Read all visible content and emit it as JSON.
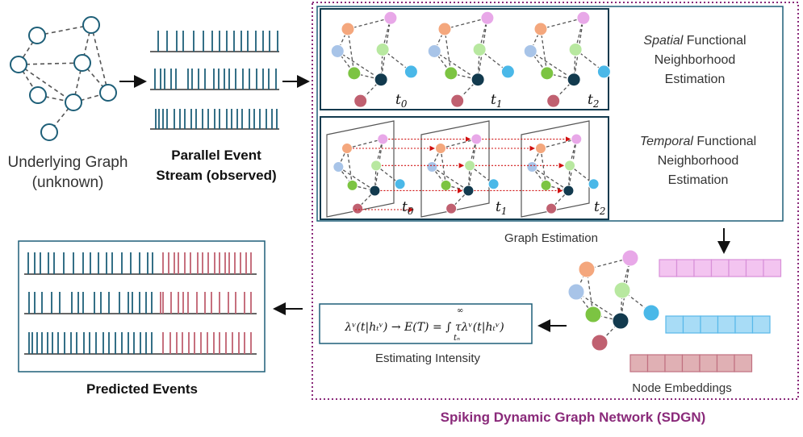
{
  "underlying_graph": {
    "label_line1": "Underlying Graph",
    "label_line2": "(unknown)"
  },
  "event_stream": {
    "label_line1": "Parallel Event",
    "label_line2": "Stream (observed)"
  },
  "spatial": {
    "label_italic": "Spatial",
    "label_rest": " Functional",
    "line2": "Neighborhood",
    "line3": "Estimation"
  },
  "temporal": {
    "label_italic": "Temporal",
    "label_rest": " Functional",
    "line2": "Neighborhood",
    "line3": "Estimation"
  },
  "time_labels": {
    "t": "t",
    "t0": "0",
    "t1": "1",
    "t2": "2"
  },
  "graph_estimation": {
    "label": "Graph Estimation"
  },
  "formula": {
    "lhs": "λ",
    "equation_text": "λᵛ(t|hₜᵛ) → E(T) = ∫ τλᵛ(t|hₜᵛ)",
    "upper_limit": "∞",
    "lower_limit": "tₙ"
  },
  "estimating_intensity": {
    "label": "Estimating Intensity"
  },
  "node_embeddings": {
    "label": "Node Embeddings"
  },
  "predicted_events": {
    "label": "Predicted Events"
  },
  "sdgn": {
    "label": "Spiking Dynamic Graph Network (SDGN)"
  },
  "colors": {
    "node_orange": "#f4a77d",
    "node_pink": "#e8a8e8",
    "node_blue": "#a8c4e8",
    "node_green": "#7cc442",
    "node_lightgreen": "#b8e8a0",
    "node_cyan": "#4ab8e8",
    "node_dark": "#123a4e",
    "node_red": "#c06070",
    "teal": "#1e5f78",
    "purple": "#8a2a7a"
  }
}
